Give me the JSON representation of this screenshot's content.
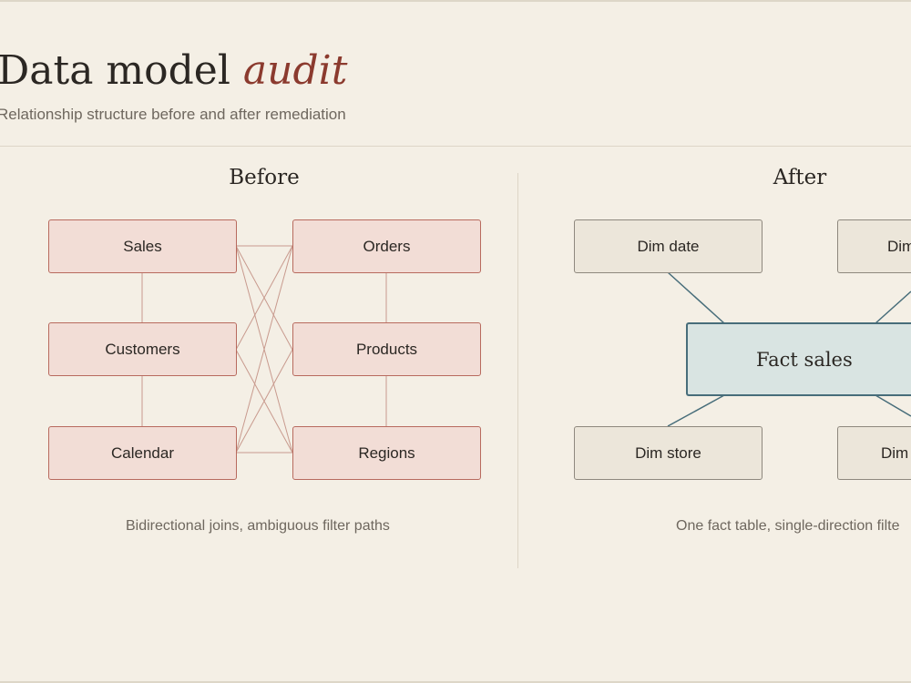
{
  "header": {
    "title_main": "Data model",
    "title_accent": "audit",
    "subtitle": "Relationship structure before and after remediation"
  },
  "before": {
    "heading": "Before",
    "tables": [
      "Sales",
      "Orders",
      "Customers",
      "Products",
      "Calendar",
      "Regions"
    ],
    "caption": "Bidirectional joins, ambiguous filter paths"
  },
  "after": {
    "heading": "After",
    "fact": "Fact sales",
    "dims": [
      "Dim date",
      "Dim",
      "Dim store",
      "Dim"
    ],
    "caption": "One fact table, single-direction filte"
  },
  "colors": {
    "background": "#f4efe5",
    "accent": "#8b3a2e",
    "before_fill": "#f2ddd6",
    "before_border": "#b86a5e",
    "before_line": "#c89a8e",
    "dim_fill": "#ece6da",
    "fact_fill": "#d9e4e2",
    "after_line": "#476d7a"
  }
}
